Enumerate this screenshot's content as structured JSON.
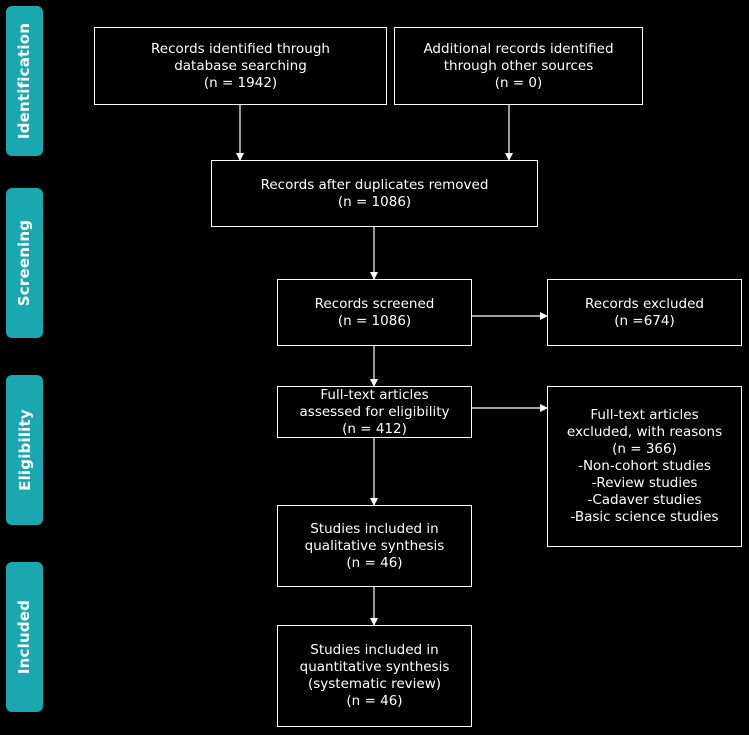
{
  "stages": [
    {
      "id": "identification",
      "label": "Identification"
    },
    {
      "id": "screening",
      "label": "Screening"
    },
    {
      "id": "eligibility",
      "label": "Eligibility"
    },
    {
      "id": "included",
      "label": "Included"
    }
  ],
  "boxes": {
    "db_search": {
      "lines": [
        "Records identified through",
        "database searching",
        "(n = 1942)"
      ]
    },
    "other_sources": {
      "lines": [
        "Additional records identified",
        "through other sources",
        "(n = 0)"
      ]
    },
    "dedup": {
      "lines": [
        "Records after duplicates removed",
        "(n = 1086)"
      ]
    },
    "screened": {
      "lines": [
        "Records screened",
        "(n = 1086)"
      ]
    },
    "excluded": {
      "lines": [
        "Records excluded",
        "(n =674)"
      ]
    },
    "fulltext": {
      "lines": [
        "Full-text articles",
        "assessed for eligibility",
        "(n = 412)"
      ]
    },
    "fulltext_excluded": {
      "lines": [
        "Full-text articles",
        "excluded, with reasons",
        "(n = 366)",
        "-Non-cohort studies",
        "-Review studies",
        "-Cadaver studies",
        "-Basic science studies"
      ]
    },
    "qualitative": {
      "lines": [
        "Studies included in",
        "qualitative synthesis",
        "(n = 46)"
      ]
    },
    "quantitative": {
      "lines": [
        "Studies included in",
        "quantitative synthesis",
        "(systematic review)",
        "(n = 46)"
      ]
    }
  }
}
